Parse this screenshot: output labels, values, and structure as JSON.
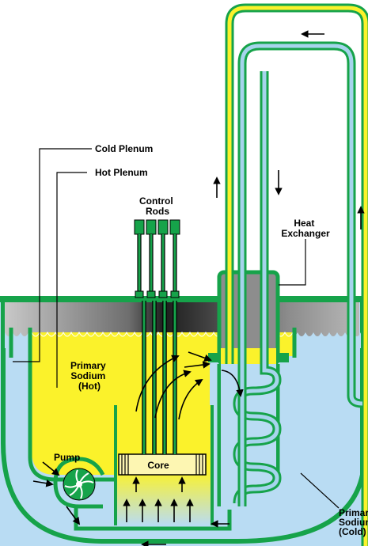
{
  "labels": {
    "cold_plenum": "Cold Plenum",
    "hot_plenum": "Hot Plenum",
    "control_rods": [
      "Control",
      "Rods"
    ],
    "heat_exchanger": [
      "Heat",
      "Exchanger"
    ],
    "primary_sodium_hot": [
      "Primary",
      "Sodium",
      "(Hot)"
    ],
    "pump": "Pump",
    "core": "Core",
    "primary_sodium_cold": [
      "Primary",
      "Sodium",
      "(Cold)"
    ]
  },
  "colors": {
    "vessel_green": "#16a34a",
    "hot_sodium": "#fbf22b",
    "cold_sodium": "#b9dcf3",
    "cover_gas": "#b4b4b4",
    "secondary_loop": "#a6d4ec"
  }
}
